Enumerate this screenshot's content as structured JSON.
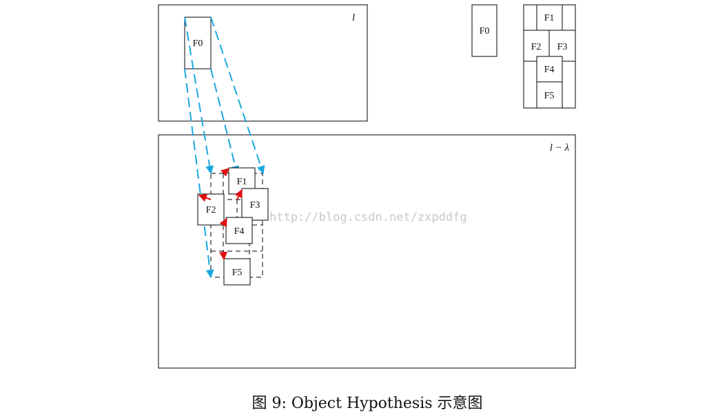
{
  "level_top": {
    "label": "l"
  },
  "level_bottom": {
    "label": "l − λ"
  },
  "top_box": {
    "label": "F0"
  },
  "ref_box": {
    "label": "F0"
  },
  "grid": {
    "f1": "F1",
    "f2": "F2",
    "f3": "F3",
    "f4": "F4",
    "f5": "F5"
  },
  "bottom_boxes": {
    "f1": "F1",
    "f2": "F2",
    "f3": "F3",
    "f4": "F4",
    "f5": "F5"
  },
  "watermark": "http://blog.csdn.net/zxpddfg",
  "caption": "图 9: Object Hypothesis 示意图",
  "colors": {
    "projection": "#1aa7e0",
    "shift": "#e01010",
    "line": "#000000"
  }
}
